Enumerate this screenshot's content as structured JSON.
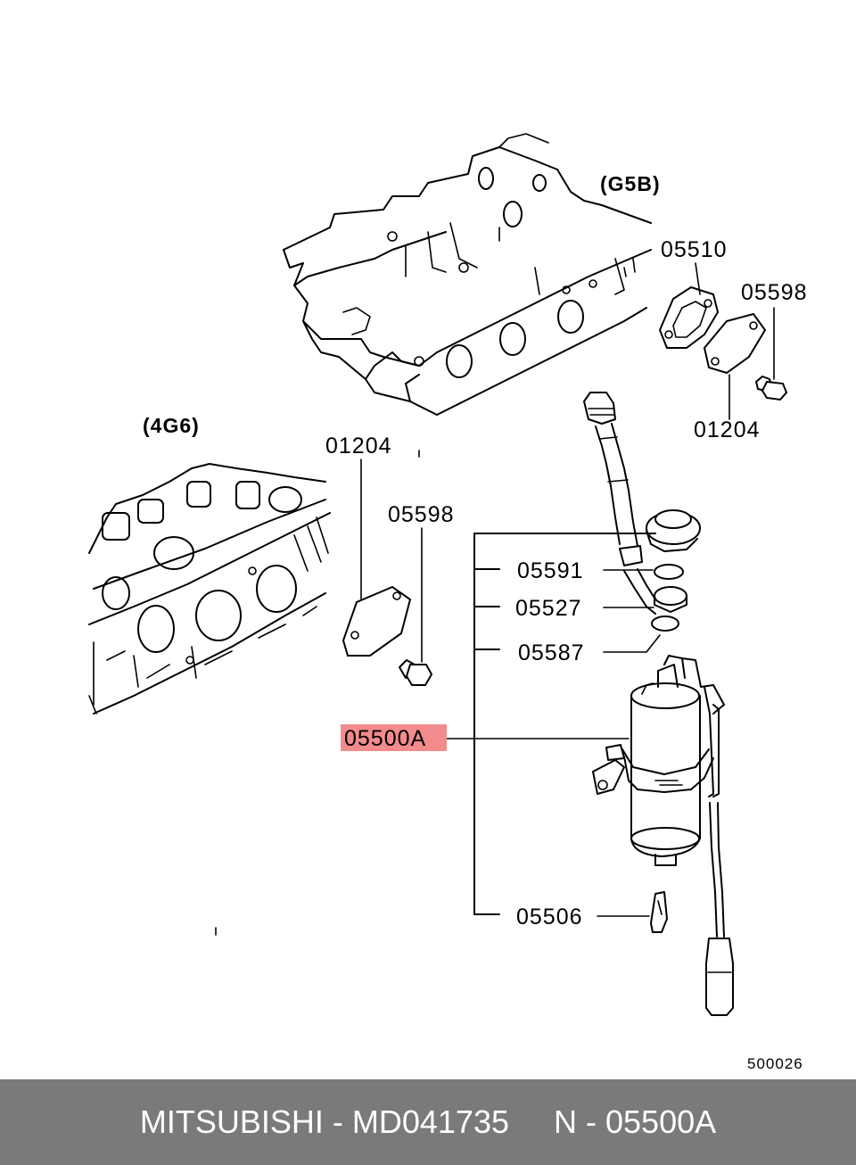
{
  "diagram": {
    "engine_labels": {
      "g5b": "(G5B)",
      "g4g6": "(4G6)"
    },
    "part_labels": {
      "upper_gasket": "05510",
      "upper_bolt": "05598",
      "upper_plate": "01204",
      "lower_plate": "01204",
      "lower_bolt": "05598",
      "washer_upper": "05591",
      "eye_bolt": "05527",
      "washer_lower": "05587",
      "fuel_pump": "05500A",
      "clip": "05506"
    },
    "highlight_color": "#f28b8b",
    "figure_code": "500026"
  },
  "footer": {
    "text": "MITSUBISHI - MD041735     N - 05500A",
    "background": "#7a7a7a",
    "color": "#ffffff"
  }
}
